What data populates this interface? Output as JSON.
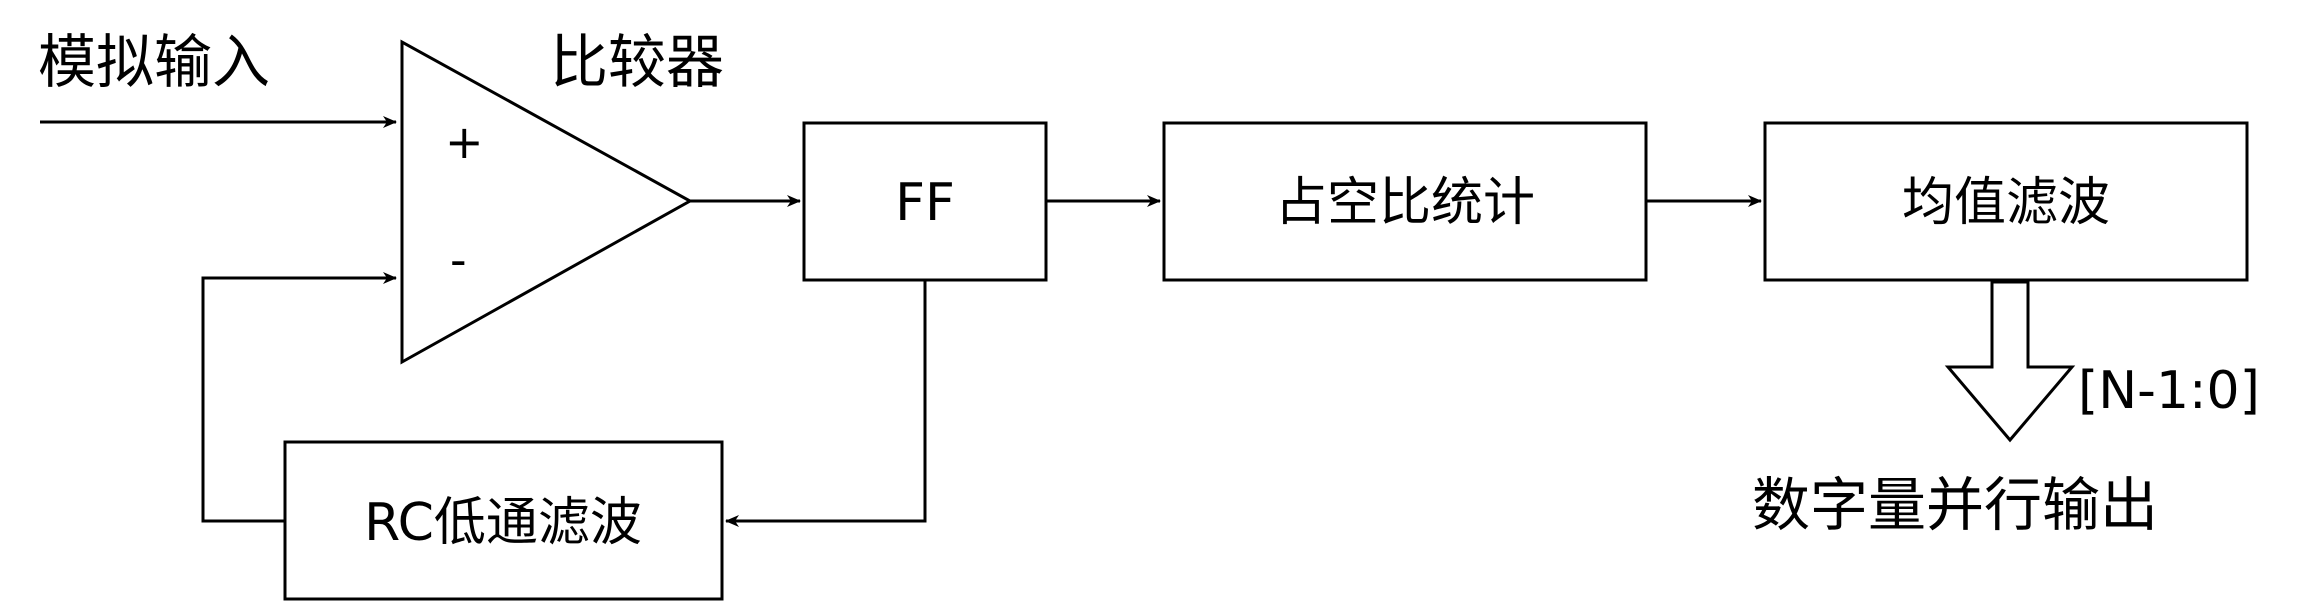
{
  "labels": {
    "analog_input": "模拟输入",
    "comparator": "比较器",
    "plus": "+",
    "minus": "-",
    "ff": "FF",
    "duty_cycle_count": "占空比统计",
    "mean_filter": "均值滤波",
    "rc_lowpass": "RC低通滤波",
    "bus_width": "[N-1:0]",
    "digital_parallel_output": "数字量并行输出"
  }
}
